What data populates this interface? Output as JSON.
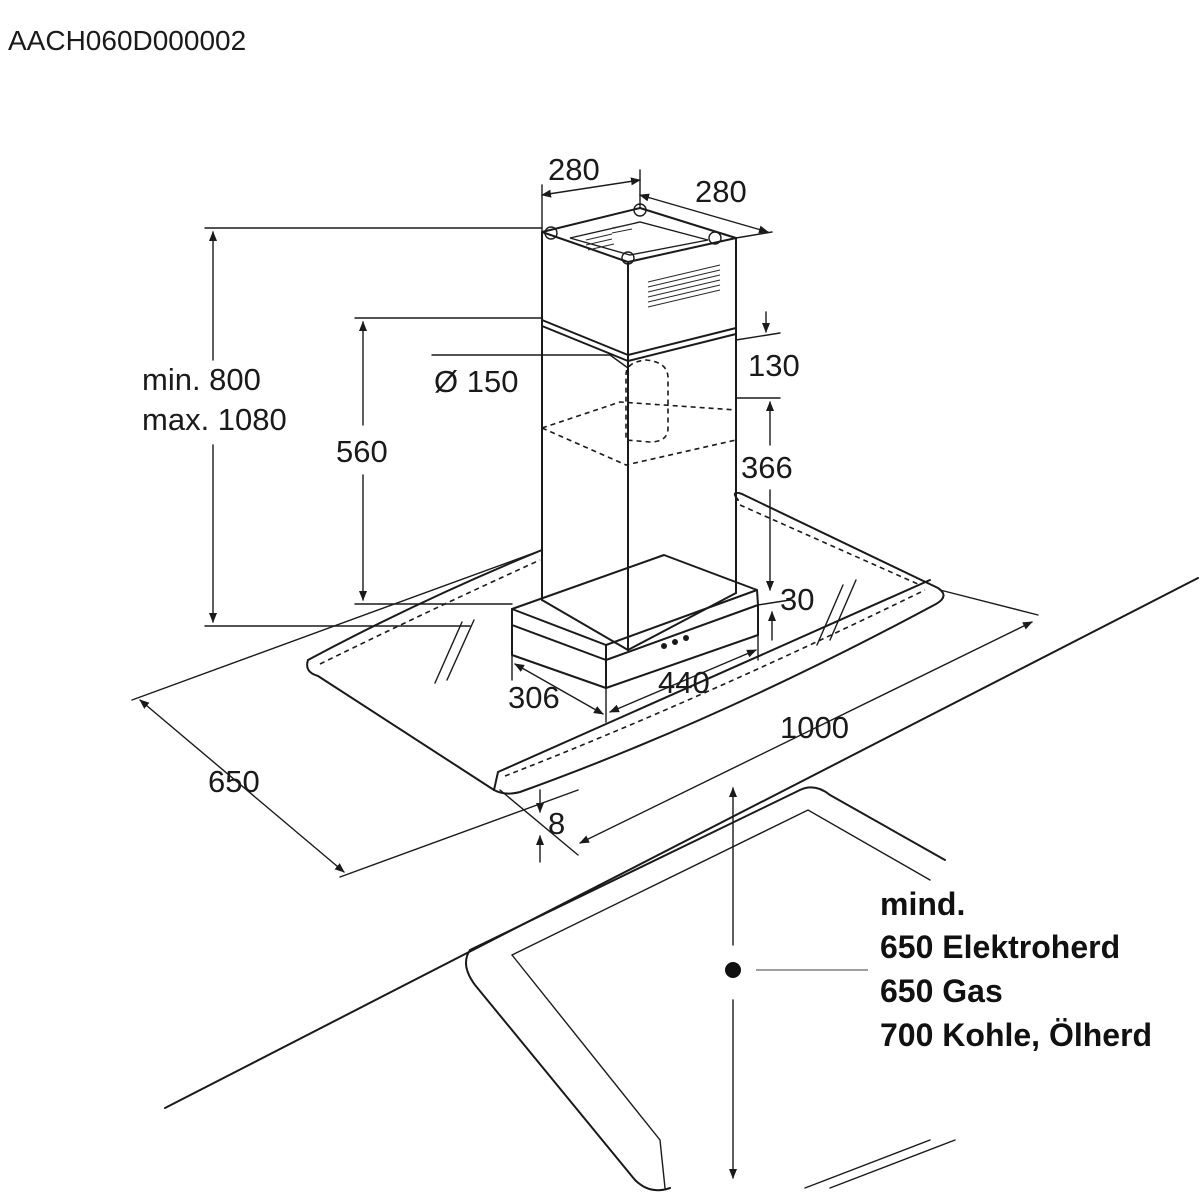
{
  "drawing_code": "AACH060D000002",
  "dimensions": {
    "chimney_width": "280",
    "chimney_depth": "280",
    "total_height_min": "min. 800",
    "total_height_max": "max. 1080",
    "chimney_lower_height": "560",
    "duct_diameter": "Ø 150",
    "upper_offset": "130",
    "duct_height": "366",
    "base_height": "30",
    "base_depth": "306",
    "base_width": "440",
    "glass_width": "1000",
    "glass_depth": "650",
    "glass_thickness": "8"
  },
  "clearance_note": {
    "line1": "mind.",
    "line2": "650 Elektroherd",
    "line3": "650 Gas",
    "line4": "700 Kohle, Ölherd"
  }
}
